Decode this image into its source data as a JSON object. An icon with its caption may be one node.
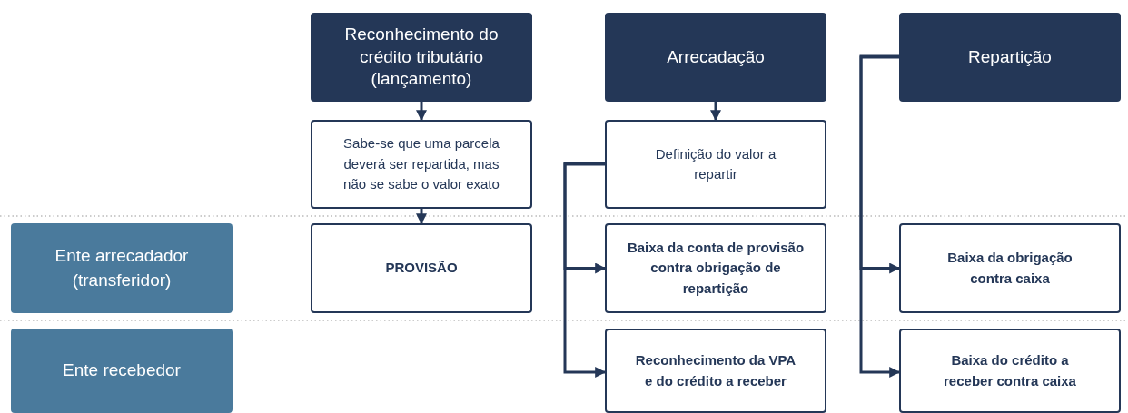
{
  "diagram": {
    "nodes": [
      {
        "text": [
          "Reconhecimento do crédito tributário (lançamento)"
        ]
      },
      {
        "text": [
          "Arrecadação"
        ]
      },
      {
        "text": [
          "Repartição"
        ]
      },
      {
        "text": [
          "Sabe-se que uma parcela deverá ser repartida, mas não se sabe o valor exato"
        ]
      },
      {
        "text": [
          "Definição do valor a repartir"
        ]
      },
      {
        "text": [
          "Ente arrecadador (transferidor)"
        ]
      },
      {
        "text": [
          "PROVISÃO"
        ]
      },
      {
        "text": [
          "Baixa da conta de provisão contra obrigação de repartição"
        ]
      },
      {
        "text": [
          "Baixa da obrigação contra caixa"
        ]
      },
      {
        "text": [
          "Ente recebedor"
        ]
      },
      {
        "text": [
          "Reconhecimento da VPA e do crédito a receber"
        ]
      },
      {
        "text": [
          "Baixa do crédito a receber contra caixa"
        ]
      }
    ],
    "edges": [
      {
        "from": 0,
        "to": 3,
        "arrow": "to"
      },
      {
        "from": 3,
        "to": 6,
        "arrow": "to"
      },
      {
        "from": 1,
        "to": 4,
        "arrow": "to"
      },
      {
        "from": 4,
        "to": 7,
        "arrow": "to"
      },
      {
        "from": 4,
        "to": 10,
        "arrow": "to"
      },
      {
        "from": 2,
        "to": 8,
        "arrow": "to"
      },
      {
        "from": 2,
        "to": 11,
        "arrow": "to"
      }
    ]
  }
}
